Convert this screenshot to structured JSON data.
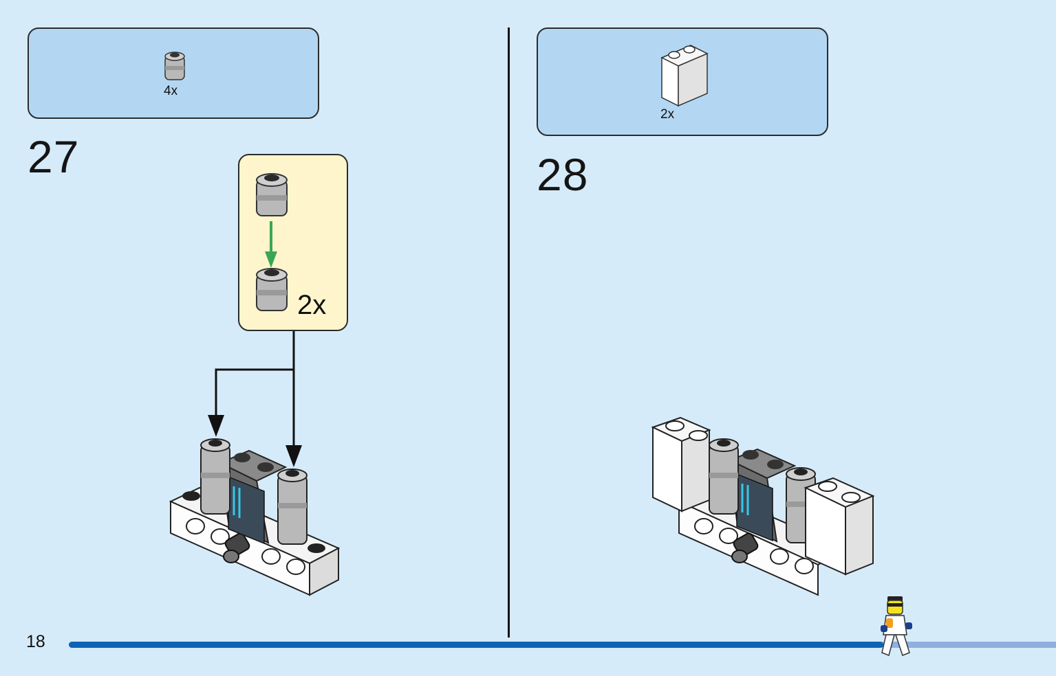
{
  "page": {
    "number": "18"
  },
  "progress": {
    "fraction": 0.825
  },
  "steps": [
    {
      "number": "27",
      "parts": [
        {
          "part": "round-brick-1x1-grey",
          "quantity": "4x"
        }
      ],
      "subassembly": {
        "quantity": "2x"
      }
    },
    {
      "number": "28",
      "parts": [
        {
          "part": "brick-1x2x2-white",
          "quantity": "2x"
        }
      ]
    }
  ],
  "colors": {
    "background": "#d6ebf9",
    "parts_box": "#b3d7f3",
    "subassembly_box": "#fff5cc",
    "progress_fill": "#0e63b5",
    "progress_track": "#8fb0df",
    "arrow_green": "#3aa655"
  }
}
